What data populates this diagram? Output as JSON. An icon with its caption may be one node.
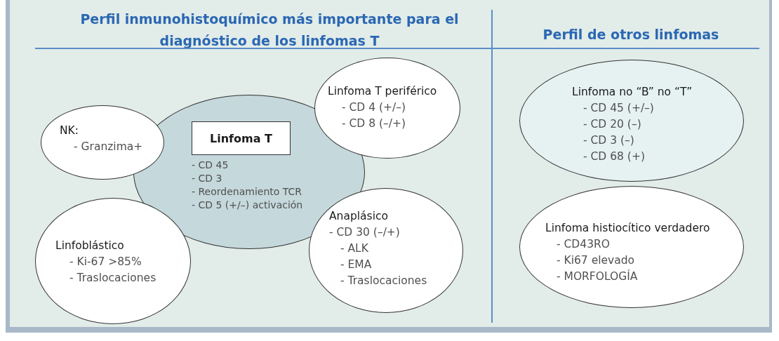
{
  "diagram": {
    "nodes": [
      {
        "text": [
          "Linfoma T periférico",
          "- CD 4 (+/–)",
          "- CD 8 (–/+)"
        ]
      },
      {
        "text": [
          "NK:",
          "- Granzima+"
        ]
      },
      {
        "text": [
          "- CD 45",
          "- CD 3",
          "- Reordenamiento TCR",
          "- CD 5 (+/–) activación"
        ]
      },
      {
        "text": [
          "Linfoma T"
        ],
        "in": 2
      },
      {
        "text": [
          "Linfoblástico",
          "- Ki-67 >85%",
          "- Traslocaciones"
        ]
      },
      {
        "text": [
          "Anaplásico",
          "- CD 30 (–/+)",
          "- ALK",
          "- EMA",
          "- Traslocaciones"
        ]
      },
      {
        "text": [
          "Linfoma no “B” no “T”",
          "- CD 45 (+/–)",
          "- CD 20 (–)",
          "- CD 3 (–)",
          "- CD 68 (+)"
        ]
      },
      {
        "text": [
          "Linfoma histiocítico verdadero",
          "- CD43RO",
          "- Ki67 elevado",
          "- MORFOLOGÍA"
        ]
      }
    ],
    "labels": [
      "Perfil inmunohistoquímico más importante para el diagnóstico de los linfomas T",
      "Perfil de otros linfomas"
    ]
  }
}
